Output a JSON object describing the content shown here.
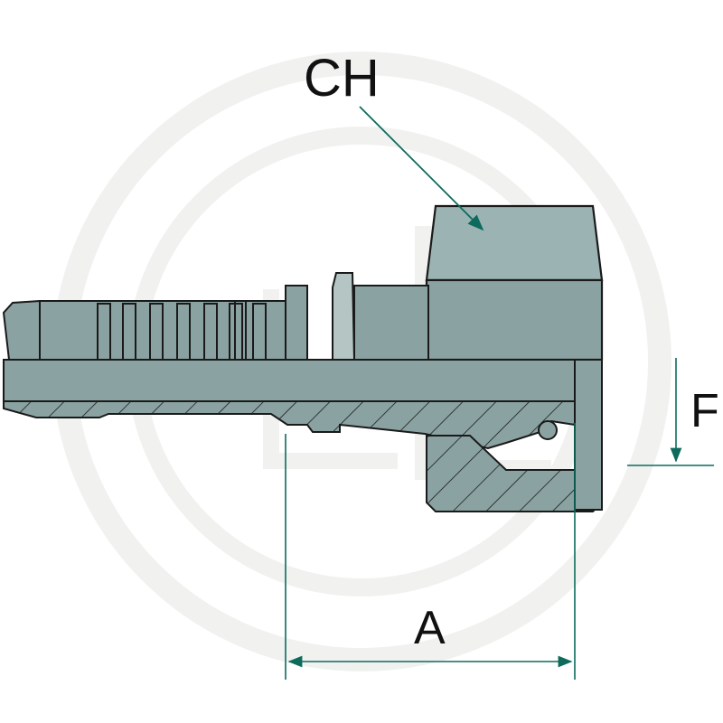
{
  "labels": {
    "ch": "CH",
    "a": "A",
    "f": "F"
  },
  "colors": {
    "body_fill": "#8aa3a2",
    "body_fill_light": "#9bb3b2",
    "outline": "#1a1a1a",
    "dimension": "#0c6b5c",
    "watermark": "#f1f2f0",
    "background": "#ffffff"
  }
}
